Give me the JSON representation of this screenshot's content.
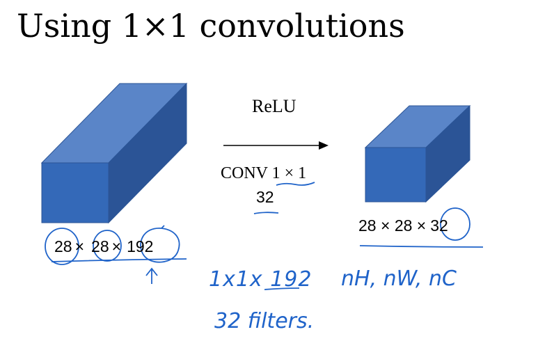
{
  "title": "Using 1×1 convolutions",
  "operation": {
    "activation": "ReLU",
    "conv_label": "CONV",
    "conv_size": "1 × 1",
    "num_filters": "32"
  },
  "input_volume": {
    "h": "28",
    "x1": "×",
    "w": "28",
    "x2": "×",
    "c": "192"
  },
  "output_volume": {
    "h": "28",
    "x1": "×",
    "w": "28",
    "x2": "×",
    "c": "32"
  },
  "annotations": {
    "filter_shape": "1x1x 192",
    "filters_count": "32 filters.",
    "notation": "nH, nW, nC"
  },
  "colors": {
    "cube_front": "#3469b8",
    "cube_top": "#5a85c8",
    "cube_side": "#2b5496",
    "ink": "#1f63c9"
  }
}
